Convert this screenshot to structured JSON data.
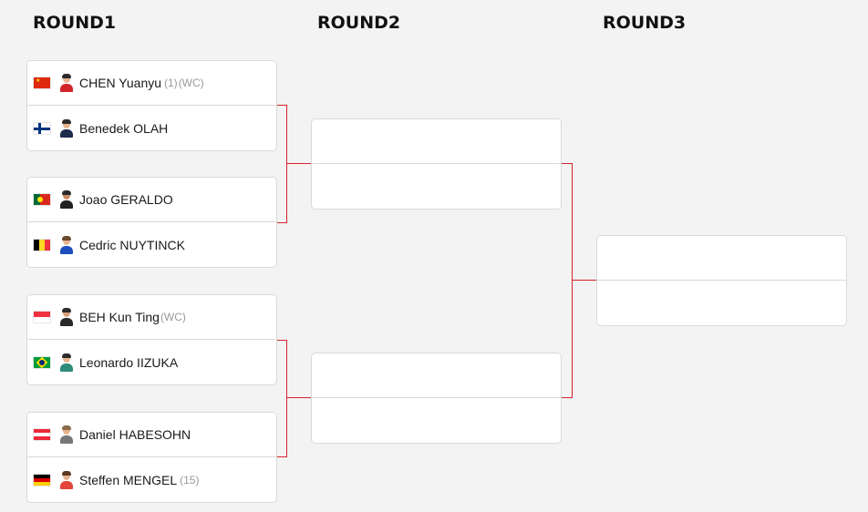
{
  "rounds": [
    "ROUND1",
    "ROUND2",
    "ROUND3"
  ],
  "round1": [
    {
      "top": {
        "name": "CHEN Yuanyu",
        "seed": "(1)",
        "tag": "(WC)",
        "flag": "china-flag",
        "avatar": "player-avatar"
      },
      "bottom": {
        "name": "Benedek OLAH",
        "flag": "finland-flag",
        "avatar": "player-avatar"
      }
    },
    {
      "top": {
        "name": "Joao GERALDO",
        "flag": "portugal-flag",
        "avatar": "player-avatar"
      },
      "bottom": {
        "name": "Cedric NUYTINCK",
        "flag": "belgium-flag",
        "avatar": "player-avatar"
      }
    },
    {
      "top": {
        "name": "BEH Kun Ting",
        "tag": "(WC)",
        "flag": "singapore-flag",
        "avatar": "player-avatar"
      },
      "bottom": {
        "name": "Leonardo IIZUKA",
        "flag": "brazil-flag",
        "avatar": "player-avatar"
      }
    },
    {
      "top": {
        "name": "Daniel HABESOHN",
        "flag": "austria-flag",
        "avatar": "player-avatar"
      },
      "bottom": {
        "name": "Steffen MENGEL",
        "seed": "(15)",
        "flag": "germany-flag",
        "avatar": "player-avatar"
      }
    }
  ],
  "round2": [
    {
      "top": "",
      "bottom": ""
    },
    {
      "top": "",
      "bottom": ""
    }
  ],
  "round3": [
    {
      "top": "",
      "bottom": ""
    }
  ],
  "colors": {
    "connector": "#d2232a",
    "card_border": "#d9d9d9",
    "background": "#f3f3f3"
  }
}
